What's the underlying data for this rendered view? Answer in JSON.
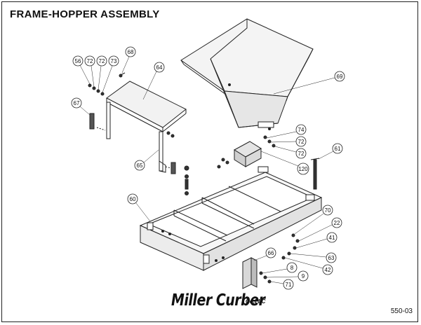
{
  "title": "FRAME-HOPPER ASSEMBLY",
  "doc_number": "550-03",
  "logo": {
    "main": "Miller Curber",
    "sub": "Co.LLC"
  },
  "callouts": {
    "c56": "56",
    "c72a": "72",
    "c72b": "72",
    "c73": "73",
    "c68": "68",
    "c64": "64",
    "c67": "67",
    "c65": "65",
    "c69": "69",
    "c74": "74",
    "c72c": "72",
    "c72d": "72",
    "c120": "120",
    "c61": "61",
    "c60": "60",
    "c70": "70",
    "c22": "22",
    "c41": "41",
    "c63": "63",
    "c42": "42",
    "c66": "66",
    "c8": "8",
    "c9": "9",
    "c71": "71"
  }
}
